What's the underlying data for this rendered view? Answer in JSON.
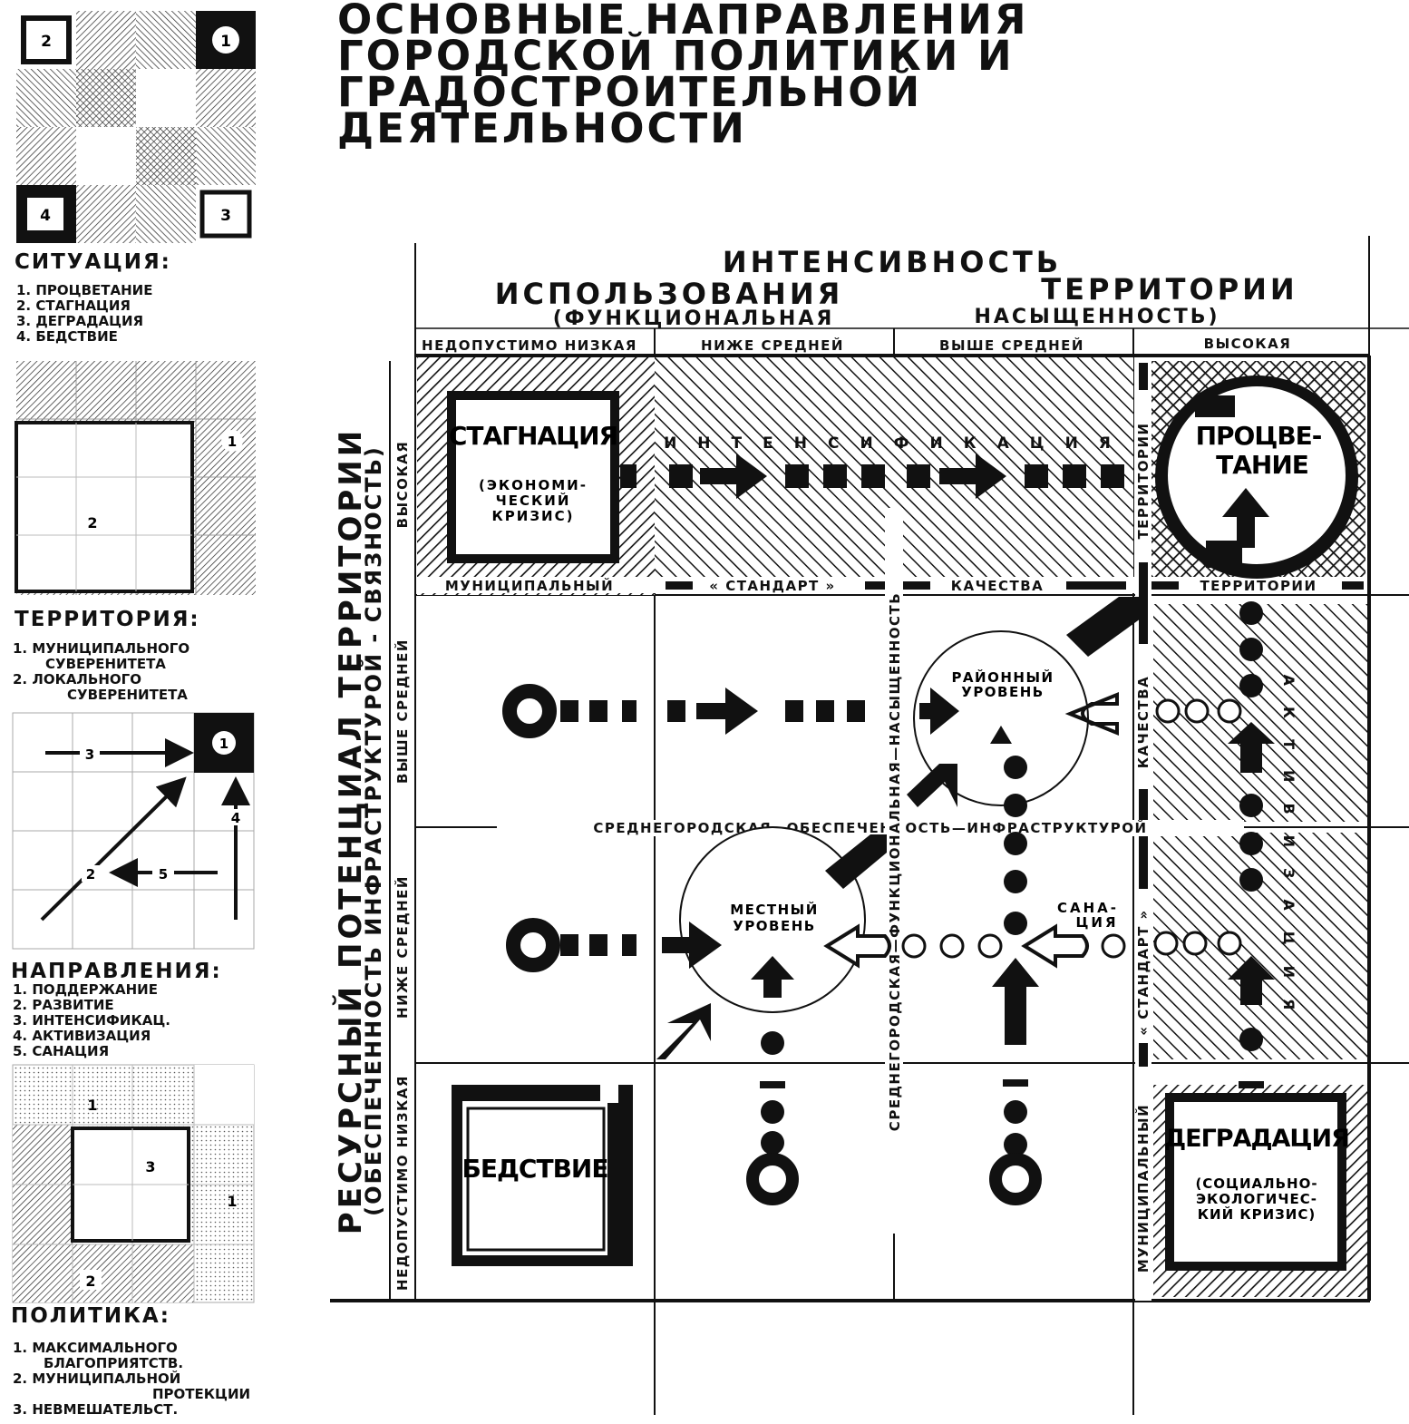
{
  "title": {
    "line1": "ОСНОВНЫЕ НАПРАВЛЕНИЯ",
    "line2": "ГОРОДСКОЙ ПОЛИТИКИ И",
    "line3": "ГРАДОСТРОИТЕЛЬНОЙ",
    "line4": "ДЕЯТЕЛЬНОСТИ"
  },
  "legend": {
    "situation": {
      "heading": "СИТУАЦИЯ:",
      "grid_labels": [
        "1",
        "2",
        "3",
        "4"
      ],
      "items": [
        "1. ПРОЦВЕТАНИЕ",
        "2. СТАГНАЦИЯ",
        "3. ДЕГРАДАЦИЯ",
        "4. БЕДСТВИЕ"
      ]
    },
    "territory": {
      "heading": "ТЕРРИТОРИЯ:",
      "grid_labels": [
        "1",
        "2"
      ],
      "items": [
        "1. МУНИЦИПАЛЬНОГО",
        "СУВЕРЕНИТЕТА",
        "2. ЛОКАЛЬНОГО",
        "СУВЕРЕНИТЕТА"
      ]
    },
    "directions": {
      "heading": "НАПРАВЛЕНИЯ:",
      "grid_labels": [
        "1",
        "2",
        "3",
        "4",
        "5"
      ],
      "items": [
        "1. ПОДДЕРЖАНИЕ",
        "2. РАЗВИТИЕ",
        "3. ИНТЕНСИФИКАЦ.",
        "4. АКТИВИЗАЦИЯ",
        "5. САНАЦИЯ"
      ]
    },
    "policy": {
      "heading": "ПОЛИТИКА:",
      "grid_labels": [
        "1",
        "3",
        "1",
        "2"
      ],
      "items": [
        "1. МАКСИМАЛЬНОГО",
        "БЛАГОПРИЯТСТВ.",
        "2. МУНИЦИПАЛЬНОЙ",
        "ПРОТЕКЦИИ",
        "3. НЕВМЕШАТЕЛЬСТ."
      ]
    }
  },
  "diagram": {
    "top_header": {
      "line1": "ИНТЕНСИВНОСТЬ",
      "line2a": "ИСПОЛЬЗОВАНИЯ",
      "line2b": "ТЕРРИТОРИИ",
      "line3a": "(ФУНКЦИОНАЛЬНАЯ",
      "line3b": "НАСЫЩЕННОСТЬ)"
    },
    "columns": [
      "НЕДОПУСТИМО НИЗКАЯ",
      "НИЖЕ СРЕДНЕЙ",
      "ВЫШЕ СРЕДНЕЙ",
      "ВЫСОКАЯ"
    ],
    "left_header": {
      "line1": "РЕСУРСНЫЙ ПОТЕНЦИАЛ ТЕРРИТОРИИ",
      "line2": "(ОБЕСПЕЧЕННОСТЬ ИНФРАСТРУКТУРОЙ - СВЯЗНОСТЬ)"
    },
    "rows": [
      "ВЫСОКАЯ",
      "ВЫШЕ СРЕДНЕЙ",
      "НИЖЕ СРЕДНЕЙ",
      "НЕДОПУСТИМО НИЗКАЯ"
    ],
    "situations": {
      "stagnation": "СТАГНАЦИЯ",
      "stagnation_sub": [
        "(ЭКОНОМИ-",
        "ЧЕСКИЙ",
        "КРИЗИС)"
      ],
      "prosperity": [
        "ПРОЦВЕ-",
        "ТАНИЕ"
      ],
      "disaster": "БЕДСТВИЕ",
      "degradation": "ДЕГРАДАЦИЯ",
      "degradation_sub": [
        "(СОЦИАЛЬНО-",
        "ЭКОЛОГИЧЕС-",
        "КИЙ КРИЗИС)"
      ]
    },
    "levels": {
      "district": [
        "РАЙОННЫЙ",
        "УРОВЕНЬ"
      ],
      "local": [
        "МЕСТНЫЙ",
        "УРОВЕНЬ"
      ]
    },
    "band_labels": {
      "municipal": "МУНИЦИПАЛЬНЫЙ",
      "standard": "« СТАНДАРТ »",
      "quality": "КАЧЕСТВА",
      "territory": "ТЕРРИТОРИИ",
      "intensification": "ИНТЕНСИФИКАЦИЯ",
      "activation": "АКТИВИЗАЦИЯ",
      "sanation": [
        "САНА-",
        "ЦИЯ"
      ],
      "avg_infra": "СРЕДНЕГОРОДСКАЯ—ОБЕСПЕЧЕННОСТЬ—ИНФРАСТРУКТУРОЙ",
      "avg_func": "СРЕДНЕГОРОДСКАЯ—ФУНКЦИОНАЛЬНАЯ—НАСЫЩЕННОСТЬ",
      "right_municipal": "МУНИЦИПАЛЬНЫЙ",
      "right_standard": "« СТАНДАРТ »",
      "right_quality": "КАЧЕСТВА",
      "right_territory": "ТЕРРИТОРИИ"
    }
  },
  "colors": {
    "ink": "#111111",
    "paper": "#ffffff"
  }
}
